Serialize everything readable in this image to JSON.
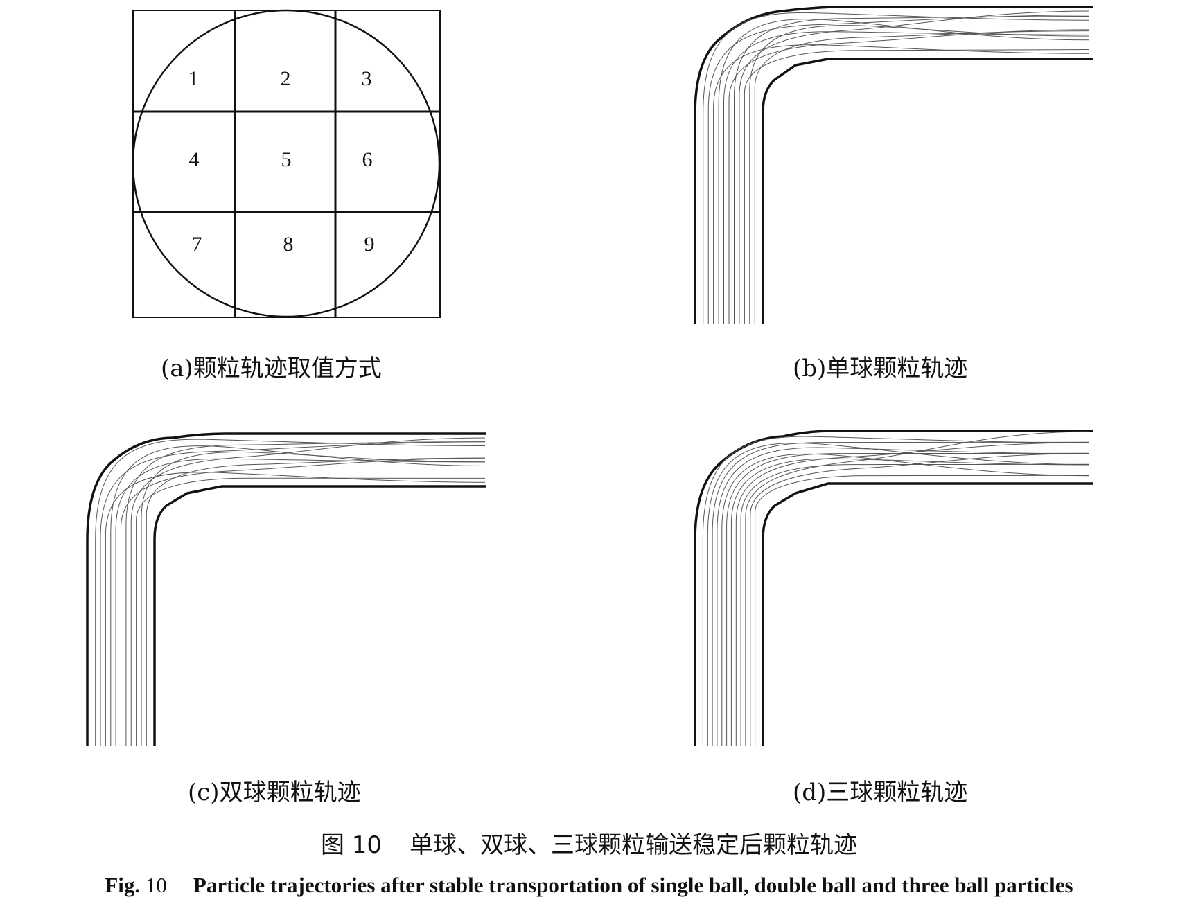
{
  "panel_a": {
    "caption": "(a)颗粒轨迹取值方式",
    "cells": [
      "1",
      "2",
      "3",
      "4",
      "5",
      "6",
      "7",
      "8",
      "9"
    ]
  },
  "panel_b": {
    "caption": "(b)单球颗粒轨迹"
  },
  "panel_c": {
    "caption": "(c)双球颗粒轨迹"
  },
  "panel_d": {
    "caption": "(d)三球颗粒轨迹"
  },
  "figure_title": {
    "zh_fig": "图 10",
    "zh_text": "单球、双球、三球颗粒输送稳定后颗粒轨迹",
    "en_fig": "Fig.",
    "en_num": "10",
    "en_text": "Particle trajectories after stable transportation of single ball, double ball and three ball particles"
  },
  "colors": {
    "wall": "#111111",
    "trajectory": "#555555",
    "grid": "#111111"
  }
}
